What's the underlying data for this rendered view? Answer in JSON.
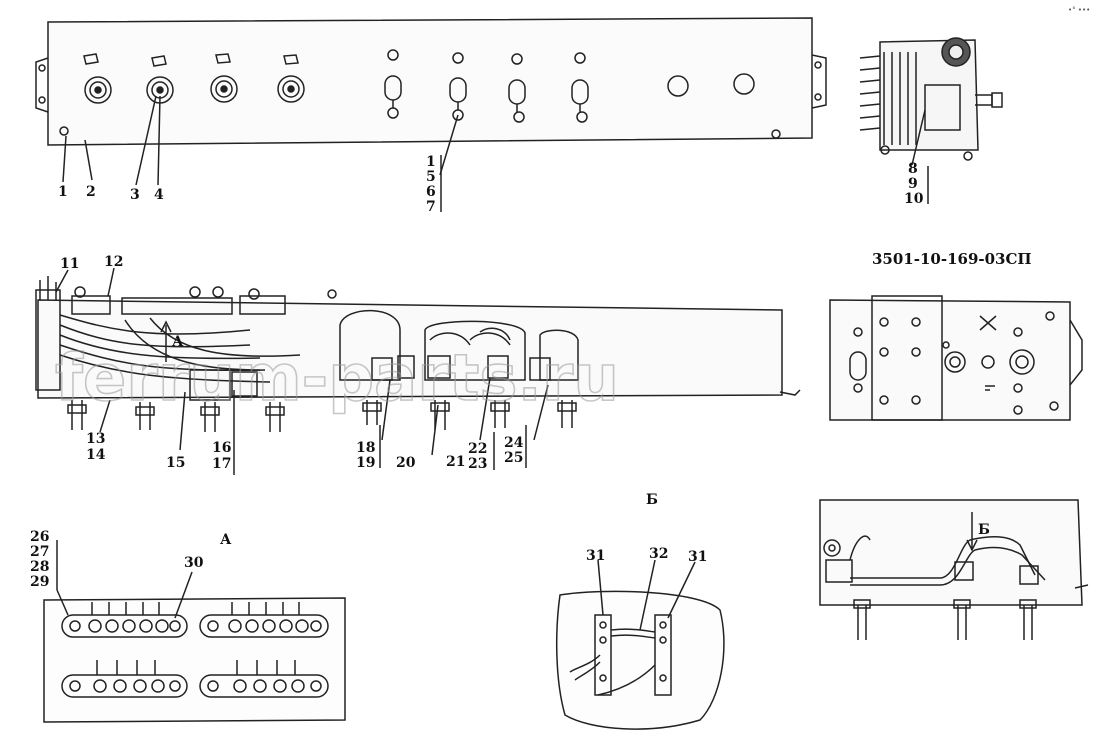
{
  "drawing_code": "3501-10-169-03СП",
  "view_a_label": "А",
  "view_b_label": "Б",
  "arrow_a_label": "А",
  "arrow_b_label": "Б",
  "watermark": "ferrum-parts.ru",
  "corner_mark": "•° •••",
  "callouts": {
    "c1": "1",
    "c2": "2",
    "c3": "3",
    "c4": "4",
    "c1b": "1",
    "c5": "5",
    "c6": "6",
    "c7": "7",
    "c8": "8",
    "c9": "9",
    "c10": "10",
    "c11": "11",
    "c12": "12",
    "c13": "13",
    "c14": "14",
    "c15": "15",
    "c16": "16",
    "c17": "17",
    "c18": "18",
    "c19": "19",
    "c20": "20",
    "c21": "21",
    "c22": "22",
    "c23": "23",
    "c24": "24",
    "c25": "25",
    "c26": "26",
    "c27": "27",
    "c28": "28",
    "c29": "29",
    "c30": "30",
    "c31a": "31",
    "c32": "32",
    "c31b": "31"
  }
}
